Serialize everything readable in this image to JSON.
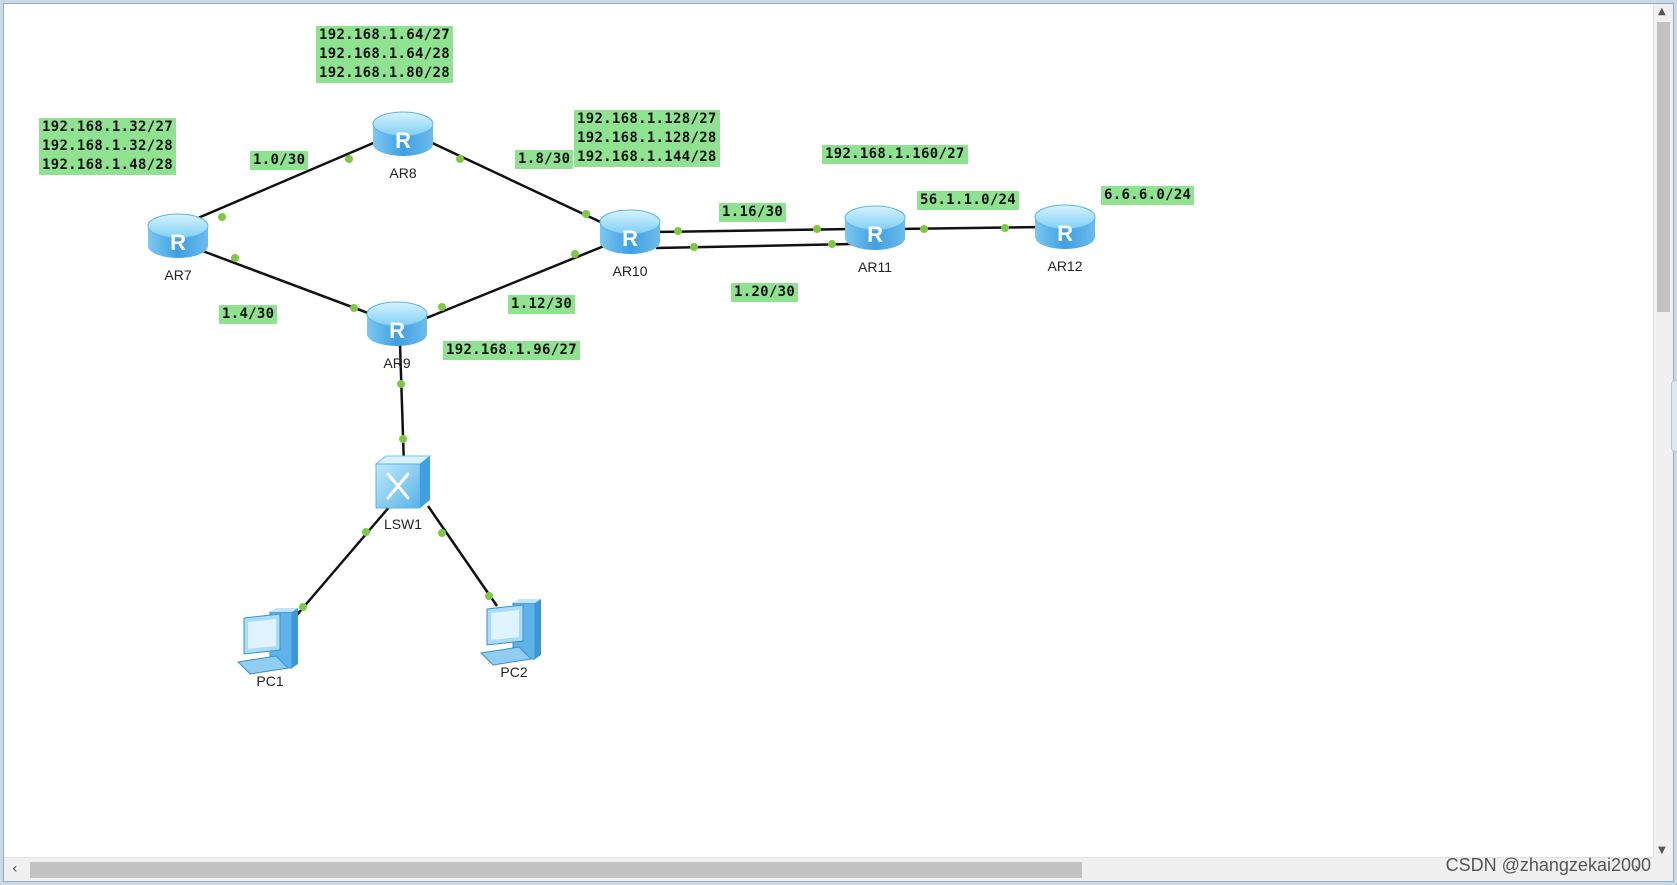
{
  "topology": {
    "devices": [
      {
        "id": "AR7",
        "type": "router",
        "label": "AR7"
      },
      {
        "id": "AR8",
        "type": "router",
        "label": "AR8"
      },
      {
        "id": "AR9",
        "type": "router",
        "label": "AR9"
      },
      {
        "id": "AR10",
        "type": "router",
        "label": "AR10"
      },
      {
        "id": "AR11",
        "type": "router",
        "label": "AR11"
      },
      {
        "id": "AR12",
        "type": "router",
        "label": "AR12"
      },
      {
        "id": "LSW1",
        "type": "switch",
        "label": "LSW1"
      },
      {
        "id": "PC1",
        "type": "pc",
        "label": "PC1"
      },
      {
        "id": "PC2",
        "type": "pc",
        "label": "PC2"
      }
    ],
    "notes": [
      {
        "id": "ar7-nets",
        "text": "192.168.1.32/27\n192.168.1.32/28\n192.168.1.48/28"
      },
      {
        "id": "ar8-nets",
        "text": "192.168.1.64/27\n192.168.1.64/28\n192.168.1.80/28"
      },
      {
        "id": "ar10-nets",
        "text": "192.168.1.128/27\n192.168.1.128/28\n192.168.1.144/28"
      },
      {
        "id": "link-ar7-ar8",
        "text": "1.0/30"
      },
      {
        "id": "link-ar8-ar10",
        "text": "1.8/30"
      },
      {
        "id": "link-ar7-ar9",
        "text": "1.4/30"
      },
      {
        "id": "link-ar9-ar10",
        "text": "1.12/30"
      },
      {
        "id": "ar9-net",
        "text": "192.168.1.96/27"
      },
      {
        "id": "link-ar10-ar11-a",
        "text": "1.16/30"
      },
      {
        "id": "link-ar10-ar11-b",
        "text": "1.20/30"
      },
      {
        "id": "ar11-net",
        "text": "192.168.1.160/27"
      },
      {
        "id": "link-ar11-ar12",
        "text": "56.1.1.0/24"
      },
      {
        "id": "ar12-net",
        "text": "6.6.6.0/24"
      }
    ],
    "links": [
      {
        "from": "AR7",
        "to": "AR8"
      },
      {
        "from": "AR8",
        "to": "AR10"
      },
      {
        "from": "AR7",
        "to": "AR9"
      },
      {
        "from": "AR9",
        "to": "AR10"
      },
      {
        "from": "AR10",
        "to": "AR11"
      },
      {
        "from": "AR10",
        "to": "AR11"
      },
      {
        "from": "AR11",
        "to": "AR12"
      },
      {
        "from": "AR9",
        "to": "LSW1"
      },
      {
        "from": "LSW1",
        "to": "PC1"
      },
      {
        "from": "LSW1",
        "to": "PC2"
      }
    ]
  },
  "colors": {
    "label_bg": "#8fe28f",
    "link": "#111111",
    "port_dot": "#7dc943",
    "device_top": "#9fdcf7",
    "device_side": "#4aa8e6"
  },
  "watermark": "CSDN @zhangzekai2000"
}
